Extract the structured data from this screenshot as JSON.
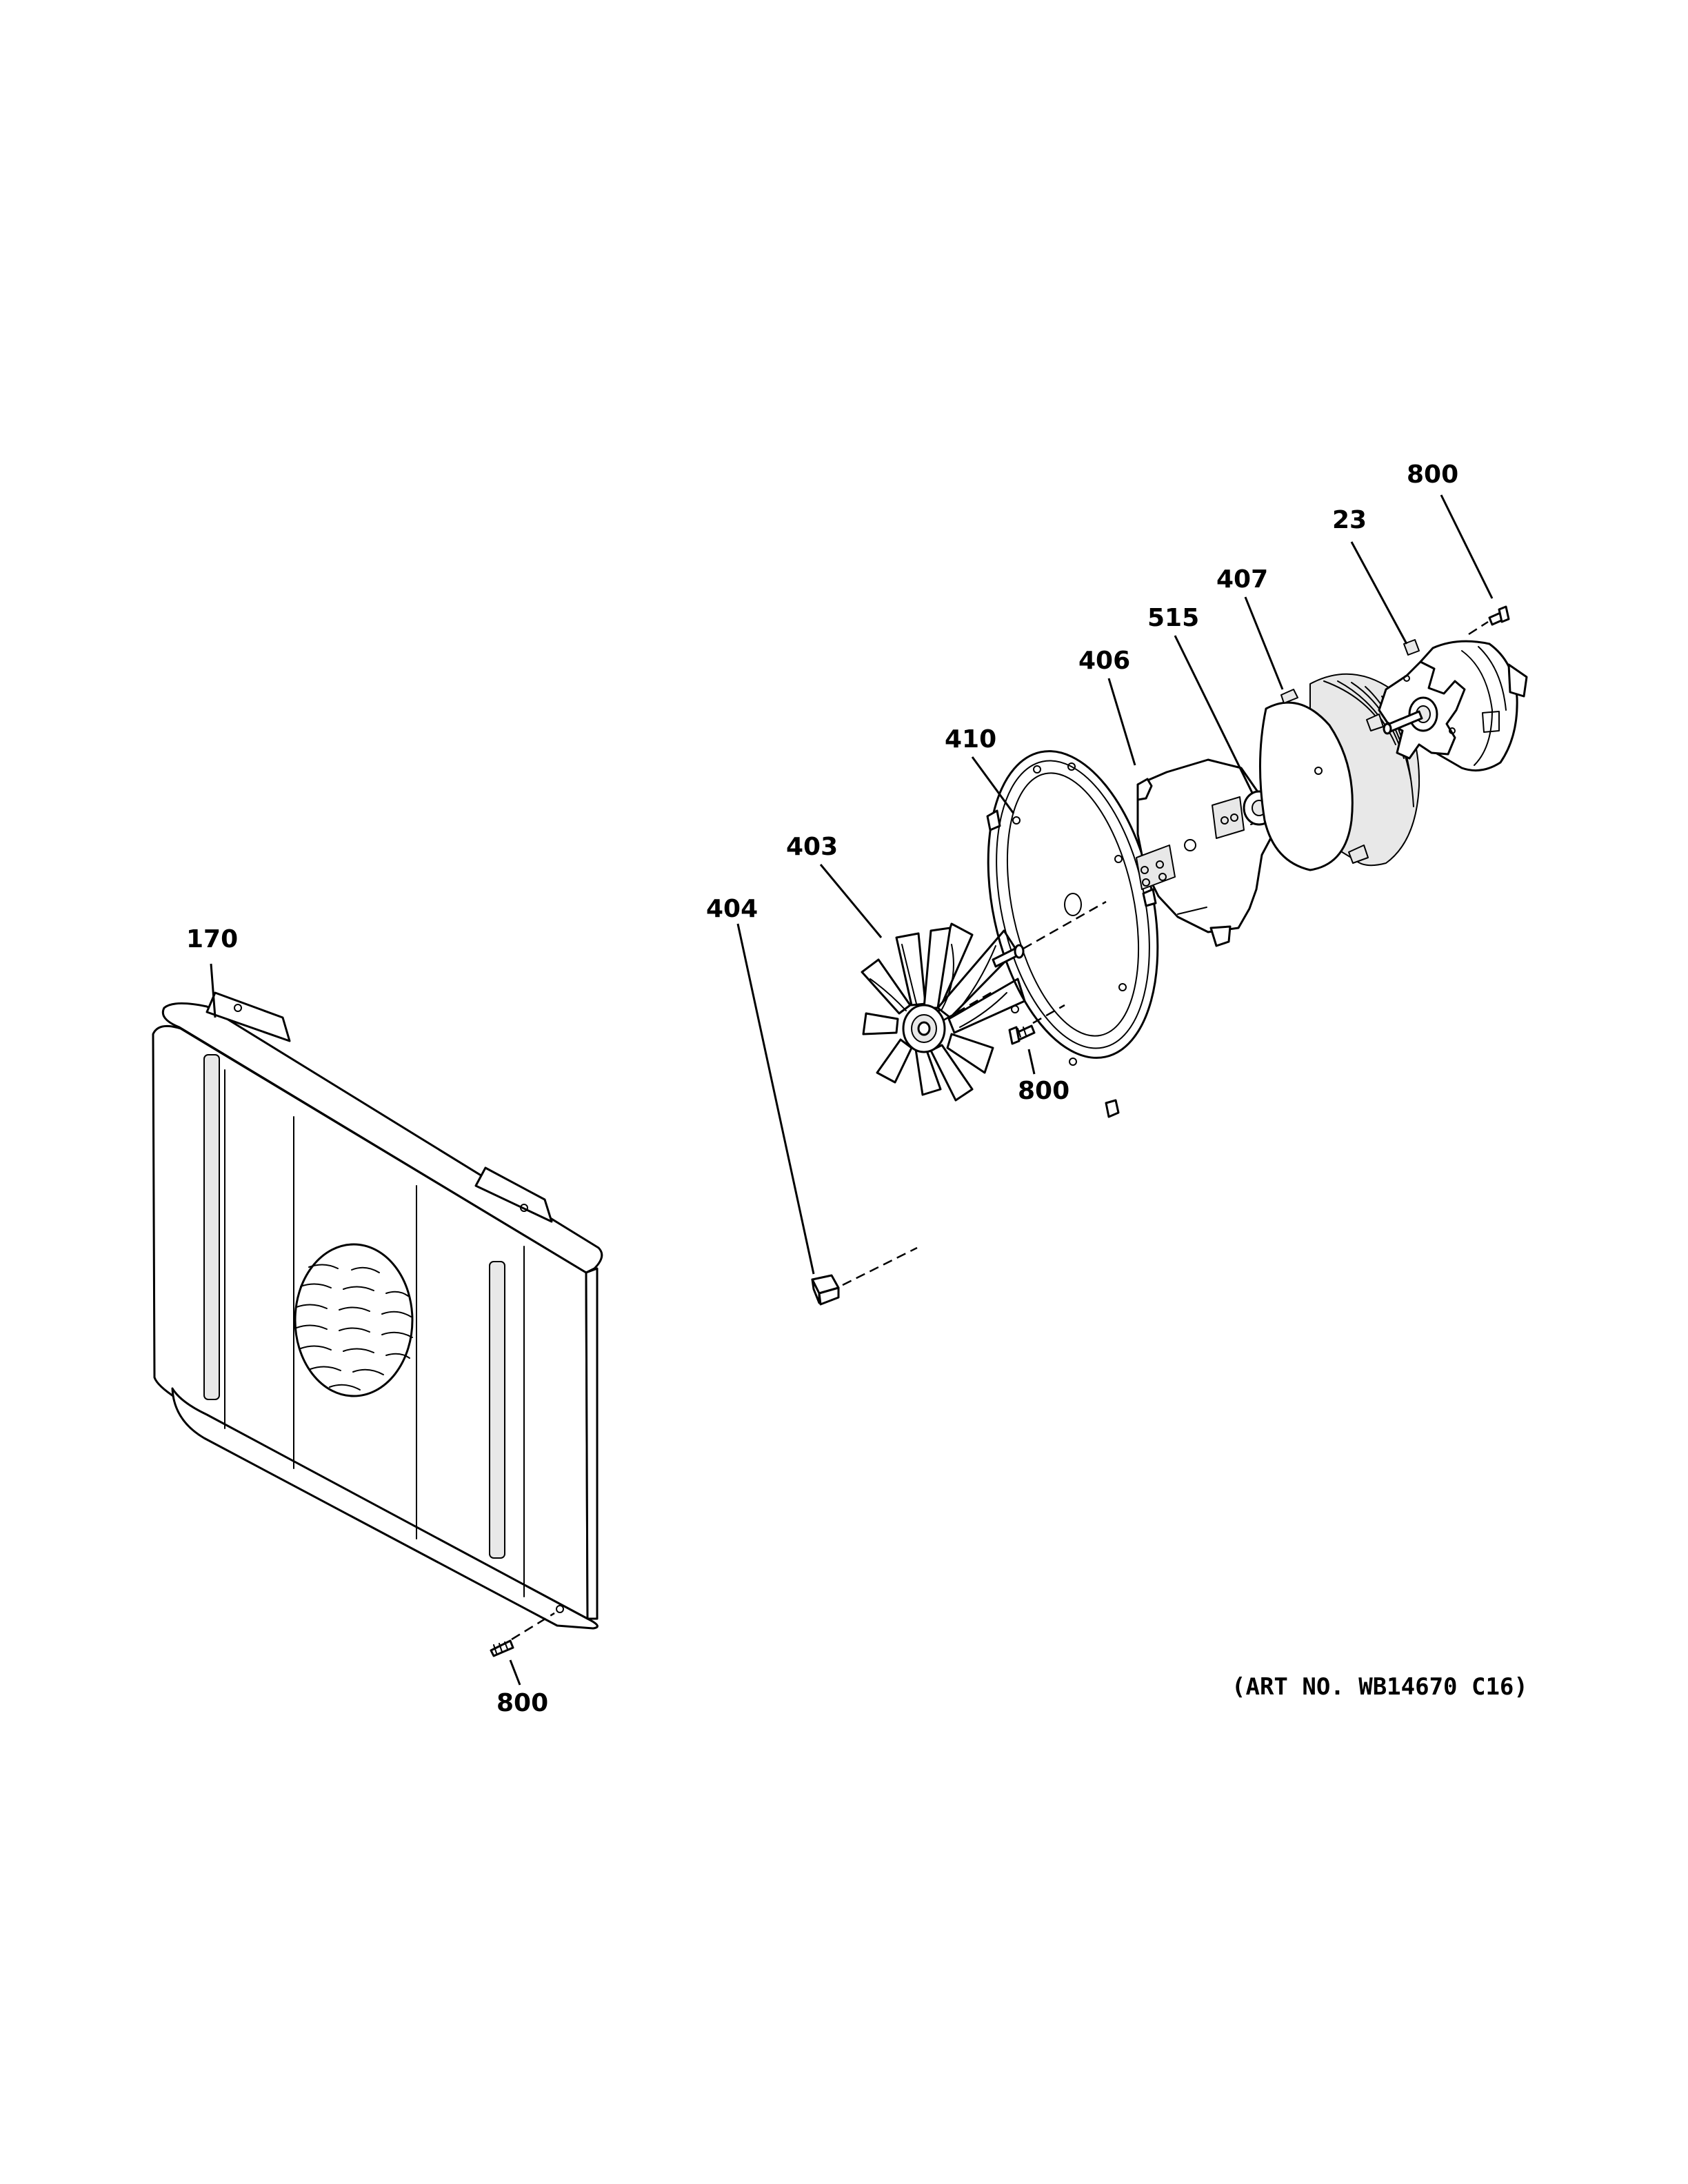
{
  "callouts": [
    {
      "id": "c800a",
      "label": "800"
    },
    {
      "id": "c23",
      "label": "23"
    },
    {
      "id": "c407",
      "label": "407"
    },
    {
      "id": "c515",
      "label": "515"
    },
    {
      "id": "c406",
      "label": "406"
    },
    {
      "id": "c410",
      "label": "410"
    },
    {
      "id": "c403",
      "label": "403"
    },
    {
      "id": "c404",
      "label": "404"
    },
    {
      "id": "c800b",
      "label": "800"
    },
    {
      "id": "c170",
      "label": "170"
    },
    {
      "id": "c800c",
      "label": "800"
    }
  ],
  "art_number": "(ART NO. WB14670 C16)"
}
